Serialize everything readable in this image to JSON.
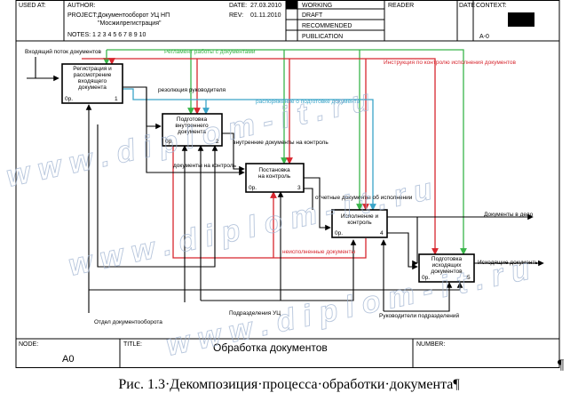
{
  "header": {
    "used_at": "USED AT:",
    "author_label": "AUTHOR:",
    "project_label": "PROJECT:",
    "project_value_1": "Документооборот УЦ НП",
    "project_value_2": "\"Мосжилрегистрация\"",
    "notes": "NOTES: 1 2 3 4 5 6 7 8 9 10",
    "date_label": "DATE:",
    "date_value": "27.03.2010",
    "rev_label": "REV:",
    "rev_value": "01.11.2010",
    "status": [
      "WORKING",
      "DRAFT",
      "RECOMMENDED",
      "PUBLICATION"
    ],
    "reader": "READER",
    "date2": "DATE",
    "context": "CONTEXT:",
    "node_ref": "A-0"
  },
  "boxes": [
    {
      "title_1": "Регистрация и",
      "title_2": "рассмотрение",
      "title_3": "входящего",
      "title_4": "документа",
      "cost": "0р.",
      "num": "1"
    },
    {
      "title_1": "Подготовка",
      "title_2": "внутреннего",
      "title_3": "документа",
      "cost": "0р.",
      "num": "2"
    },
    {
      "title_1": "Постановка",
      "title_2": "на контроль",
      "cost": "0р.",
      "num": "3"
    },
    {
      "title_1": "Исполнение и",
      "title_2": "контроль",
      "cost": "0р.",
      "num": "4"
    },
    {
      "title_1": "Подготовка",
      "title_2": "исходящих",
      "title_3": "документов",
      "cost": "0р.",
      "num": "5"
    }
  ],
  "arrows": {
    "input": "Входящий поток документов",
    "reglament": "Регламент работы с документами",
    "instruction": "Инструкция по контролю исполнения документов",
    "resolution": "резолюция руководителя",
    "order": "распоряжение о подготовке документа",
    "internal_to_control": "внутренние документы на контроль",
    "docs_to_control": "документы на контроль",
    "reports": "отчетные документы об исполнении",
    "to_file": "Документы в дело",
    "unfulfilled": "неисполненные документы",
    "outgoing": "Исходящие документы",
    "dept_docs": "Отдел документооборота",
    "divisions": "Подразделения УЦ",
    "heads": "Руководители подразделений"
  },
  "footer": {
    "node_label": "NODE:",
    "node_value": "A0",
    "title_label": "TITLE:",
    "title_value": "Обработка документов",
    "number_label": "NUMBER:"
  },
  "watermark": "w w w . d i p l o m - i t . r u",
  "caption": "Рис. 1.3·Декомпозиция·процесса·обработки·документа¶",
  "pilcrow": "¶",
  "colors": {
    "green": "#39b54a",
    "red": "#d7262e",
    "blue": "#3aa4c8",
    "black": "#000000",
    "watermark": "#9fb3d1"
  }
}
